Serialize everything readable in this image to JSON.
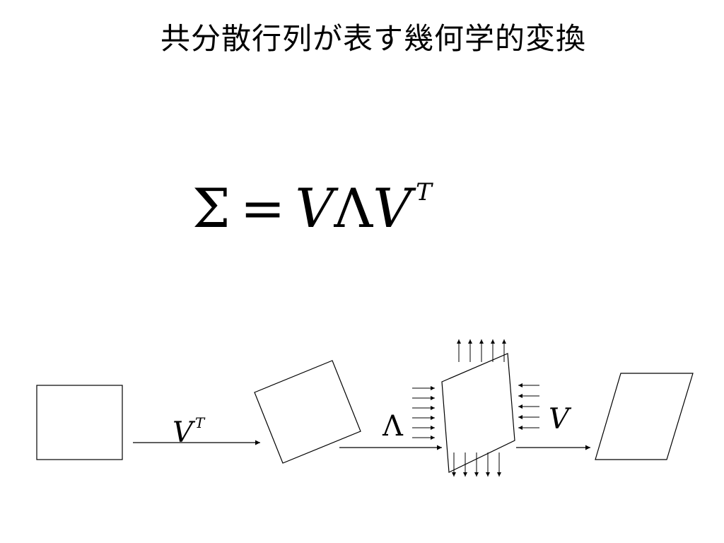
{
  "title": "共分散行列が表す幾何学的変換",
  "formula": {
    "lhs": "Σ",
    "equals": "=",
    "v1": "V",
    "lambda": "Λ",
    "v2": "V",
    "superscript": "T"
  },
  "steps": {
    "vt": {
      "base": "V",
      "sup": "T"
    },
    "lambda": "Λ",
    "v": "V"
  }
}
